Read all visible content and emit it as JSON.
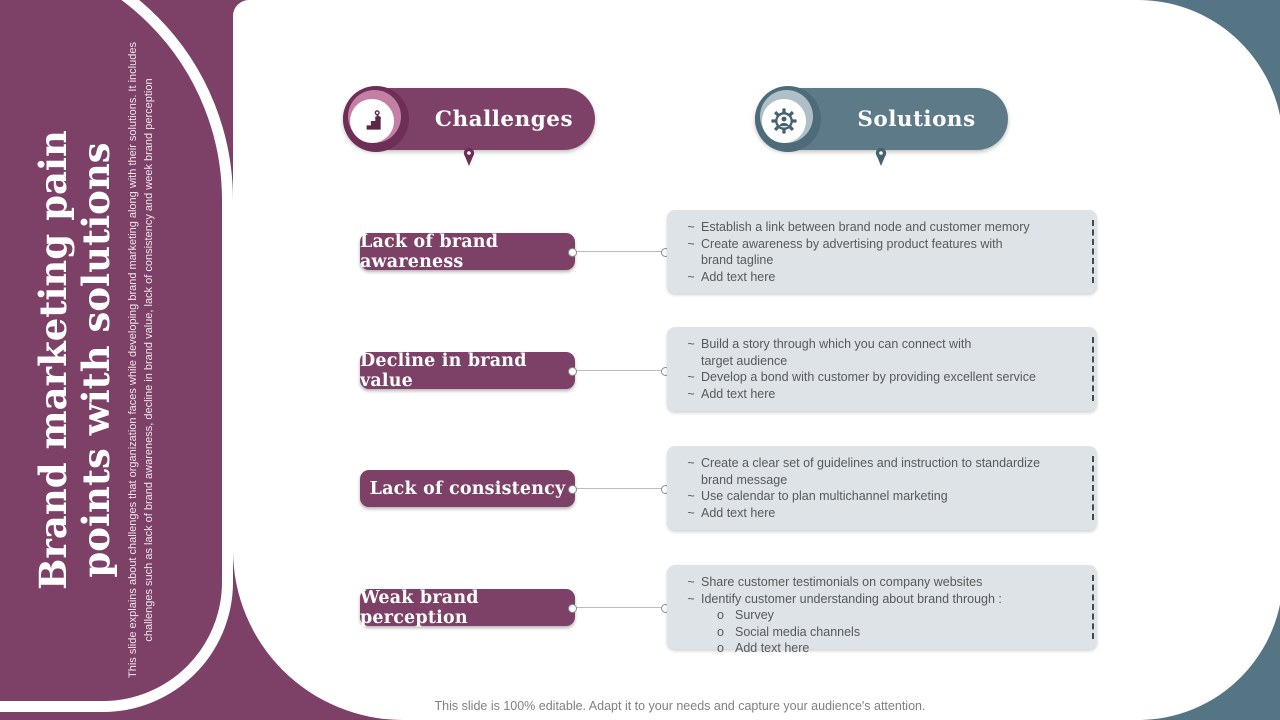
{
  "sidebar": {
    "title": "Brand marketing pain points with solutions",
    "description": "This slide explains about challenges that organization faces while developing brand marketing along with their solutions. It includes challenges such as lack of brand awareness, decline in brand value, lack of consistency and week brand perception"
  },
  "headers": {
    "challenges": "Challenges",
    "solutions": "Solutions"
  },
  "markers": {
    "item": "~",
    "sub": "o"
  },
  "rows": [
    {
      "challenge": "Lack of brand awareness",
      "solutions": [
        {
          "text": "Establish a link between brand node and customer memory"
        },
        {
          "text": "Create awareness by advertising product features with brand tagline"
        },
        {
          "text": "Add text here"
        }
      ]
    },
    {
      "challenge": "Decline in brand value",
      "solutions": [
        {
          "text": "Build a story through which you can connect with target audience"
        },
        {
          "text": "Develop a bond with customer by providing excellent service"
        },
        {
          "text": "Add text here"
        }
      ]
    },
    {
      "challenge": "Lack of consistency",
      "solutions": [
        {
          "text": "Create a clear set of guidelines and instruction to standardize brand message"
        },
        {
          "text": "Use calendar to plan multichannel marketing"
        },
        {
          "text": "Add text here"
        }
      ]
    },
    {
      "challenge": "Weak brand perception",
      "solutions": [
        {
          "text": "Share customer testimonials on company websites"
        },
        {
          "text": "Identify customer understanding about brand through :"
        }
      ],
      "sub_solutions": [
        "Survey",
        "Social media channels",
        "Add text here"
      ]
    }
  ],
  "footer": "This slide is 100% editable. Adapt it to your needs and capture your audience's attention.",
  "colors": {
    "purple": "#7d4168",
    "purple_dark": "#6d2f56",
    "pink_ring": "#c47fa5",
    "teal": "#5d7a88",
    "teal_corner": "#567584",
    "teal_dark": "#4e6b79",
    "box_bg": "#dde3e7",
    "body_text": "#595959",
    "footer_text": "#808080"
  }
}
